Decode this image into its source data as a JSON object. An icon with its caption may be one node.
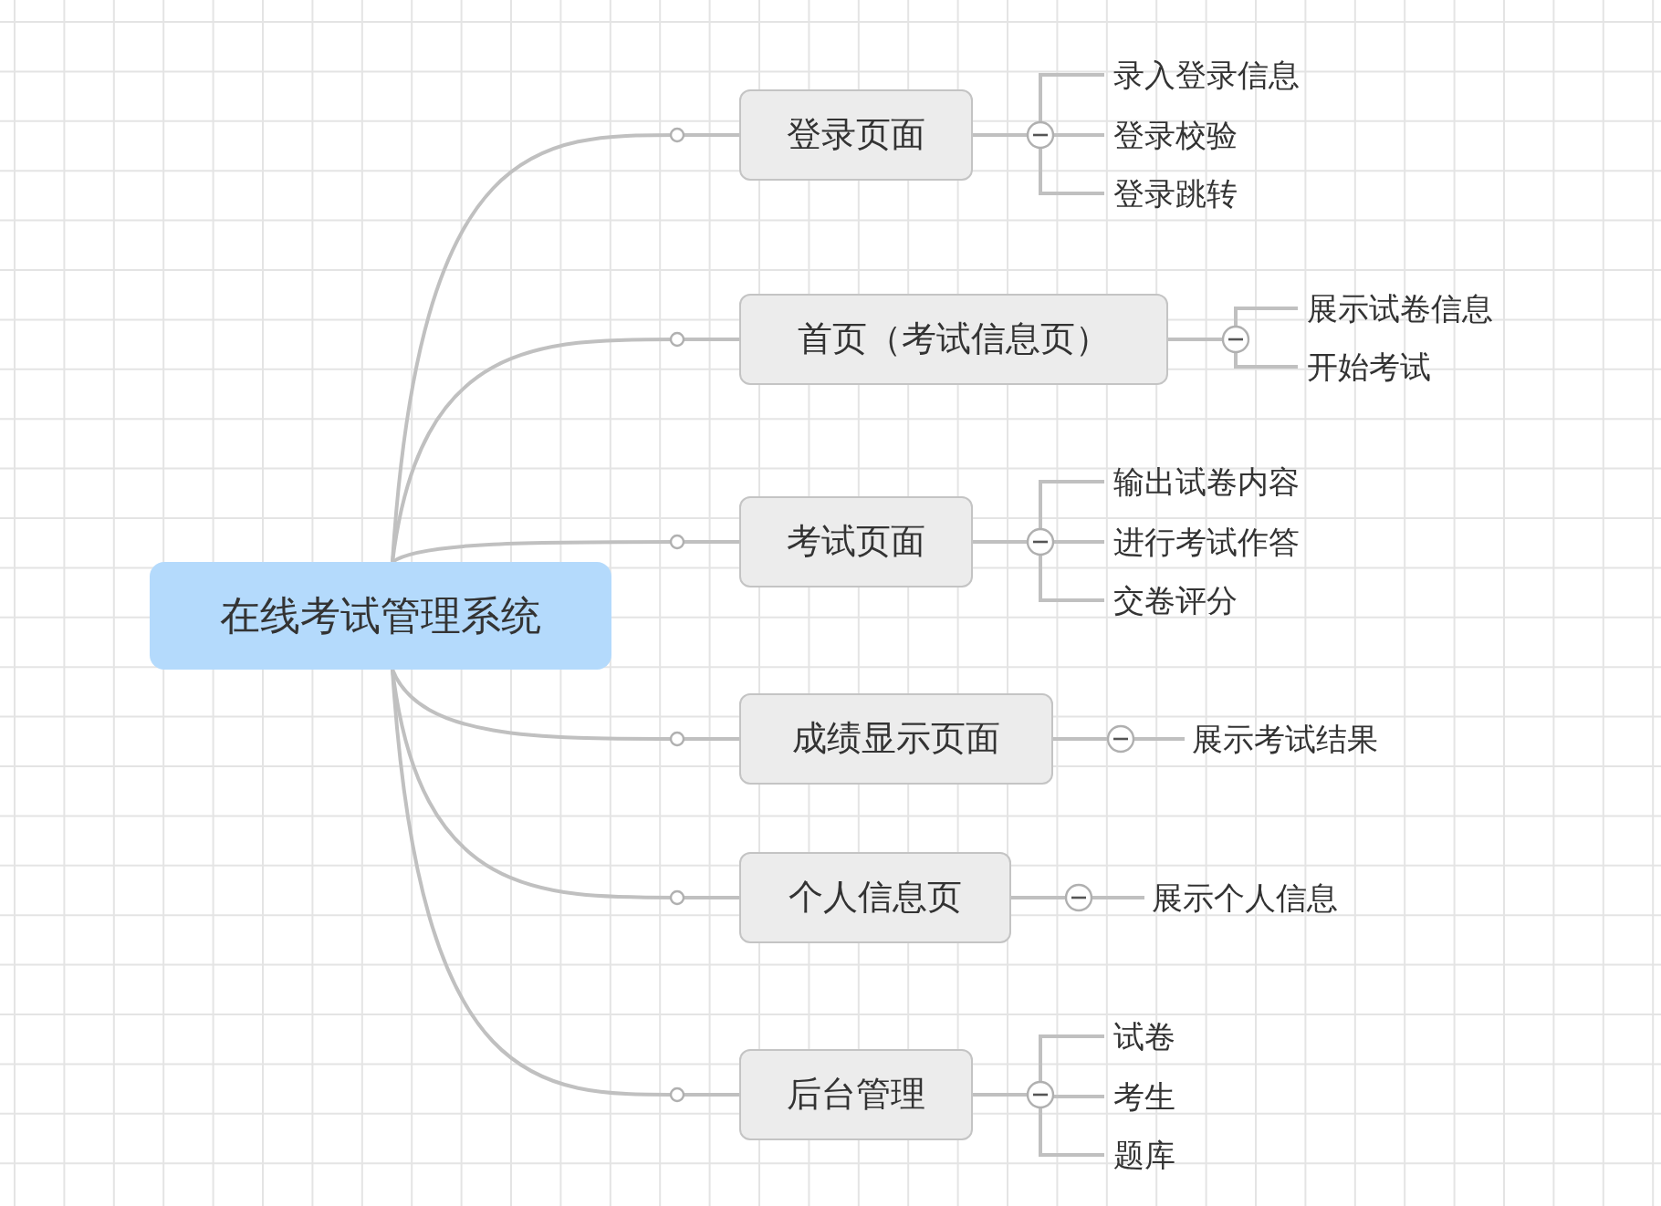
{
  "diagram": {
    "nodes": [
      {
        "text": [
          "在线考试管理系统"
        ]
      },
      {
        "text": [
          "登录页面"
        ]
      },
      {
        "text": [
          "录入登录信息"
        ]
      },
      {
        "text": [
          "登录校验"
        ]
      },
      {
        "text": [
          "登录跳转"
        ]
      },
      {
        "text": [
          "首页（考试信息页）"
        ]
      },
      {
        "text": [
          "展示试卷信息"
        ]
      },
      {
        "text": [
          "开始考试"
        ]
      },
      {
        "text": [
          "考试页面"
        ]
      },
      {
        "text": [
          "输出试卷内容"
        ]
      },
      {
        "text": [
          "进行考试作答"
        ]
      },
      {
        "text": [
          "交卷评分"
        ]
      },
      {
        "text": [
          "成绩显示页面"
        ]
      },
      {
        "text": [
          "展示考试结果"
        ]
      },
      {
        "text": [
          "个人信息页"
        ]
      },
      {
        "text": [
          "展示个人信息"
        ]
      },
      {
        "text": [
          "后台管理"
        ]
      },
      {
        "text": [
          "试卷"
        ]
      },
      {
        "text": [
          "考生"
        ]
      },
      {
        "text": [
          "题库"
        ]
      }
    ],
    "edges": [
      {
        "from": 0,
        "to": 1,
        "arrow": "none"
      },
      {
        "from": 0,
        "to": 5,
        "arrow": "none"
      },
      {
        "from": 0,
        "to": 8,
        "arrow": "none"
      },
      {
        "from": 0,
        "to": 12,
        "arrow": "none"
      },
      {
        "from": 0,
        "to": 14,
        "arrow": "none"
      },
      {
        "from": 0,
        "to": 16,
        "arrow": "none"
      },
      {
        "from": 1,
        "to": 2,
        "arrow": "none"
      },
      {
        "from": 1,
        "to": 3,
        "arrow": "none"
      },
      {
        "from": 1,
        "to": 4,
        "arrow": "none"
      },
      {
        "from": 5,
        "to": 6,
        "arrow": "none"
      },
      {
        "from": 5,
        "to": 7,
        "arrow": "none"
      },
      {
        "from": 8,
        "to": 9,
        "arrow": "none"
      },
      {
        "from": 8,
        "to": 10,
        "arrow": "none"
      },
      {
        "from": 8,
        "to": 11,
        "arrow": "none"
      },
      {
        "from": 12,
        "to": 13,
        "arrow": "none"
      },
      {
        "from": 14,
        "to": 15,
        "arrow": "none"
      },
      {
        "from": 16,
        "to": 17,
        "arrow": "none"
      },
      {
        "from": 16,
        "to": 18,
        "arrow": "none"
      },
      {
        "from": 16,
        "to": 19,
        "arrow": "none"
      }
    ]
  }
}
